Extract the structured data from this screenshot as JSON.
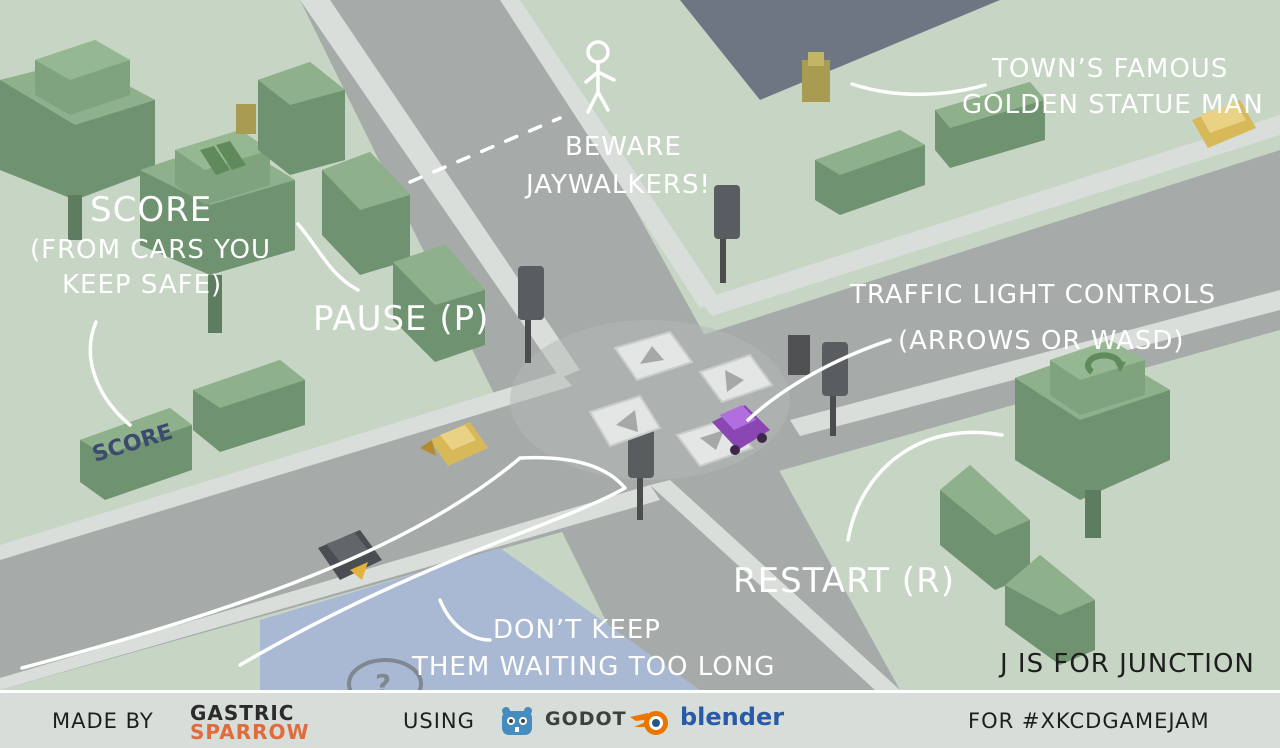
{
  "annotations": {
    "score_title": "SCORE",
    "score_line1": "(FROM CARS YOU",
    "score_line2": "KEEP SAFE)",
    "pause": "PAUSE (P)",
    "beware_line1": "BEWARE",
    "beware_line2": "JAYWALKERS!",
    "statue_line1": "TOWN’S FAMOUS",
    "statue_line2": "GOLDEN STATUE MAN",
    "traffic_line1": "TRAFFIC LIGHT CONTROLS",
    "traffic_line2": "(ARROWS OR WASD)",
    "restart": "RESTART (R)",
    "waiting_line1": "DON’T KEEP",
    "waiting_line2": "THEM WAITING TOO LONG",
    "junction": "J IS FOR JUNCTION"
  },
  "hud": {
    "score_sign": "SCORE",
    "help_symbol": "?"
  },
  "footer": {
    "made_by": "MADE BY",
    "gastric": "GASTRIC",
    "sparrow": "SPARROW",
    "using": "USING",
    "godot": "GODOT",
    "blender": "blender",
    "jam": "FOR #XKCDGAMEJAM"
  },
  "colors": {
    "ground": "#c9d8c6",
    "road": "#9fa5a3",
    "building_top": "#8eb08a",
    "building_side": "#6f9270",
    "car_player": "#9a55c4",
    "car_yellow": "#e2c25c",
    "car_dark": "#4c4f52"
  },
  "icons": [
    "pause-icon",
    "restart-icon",
    "help-icon",
    "arrow-up-icon",
    "arrow-right-icon",
    "arrow-left-icon",
    "arrow-down-icon",
    "godot-icon",
    "blender-icon"
  ]
}
